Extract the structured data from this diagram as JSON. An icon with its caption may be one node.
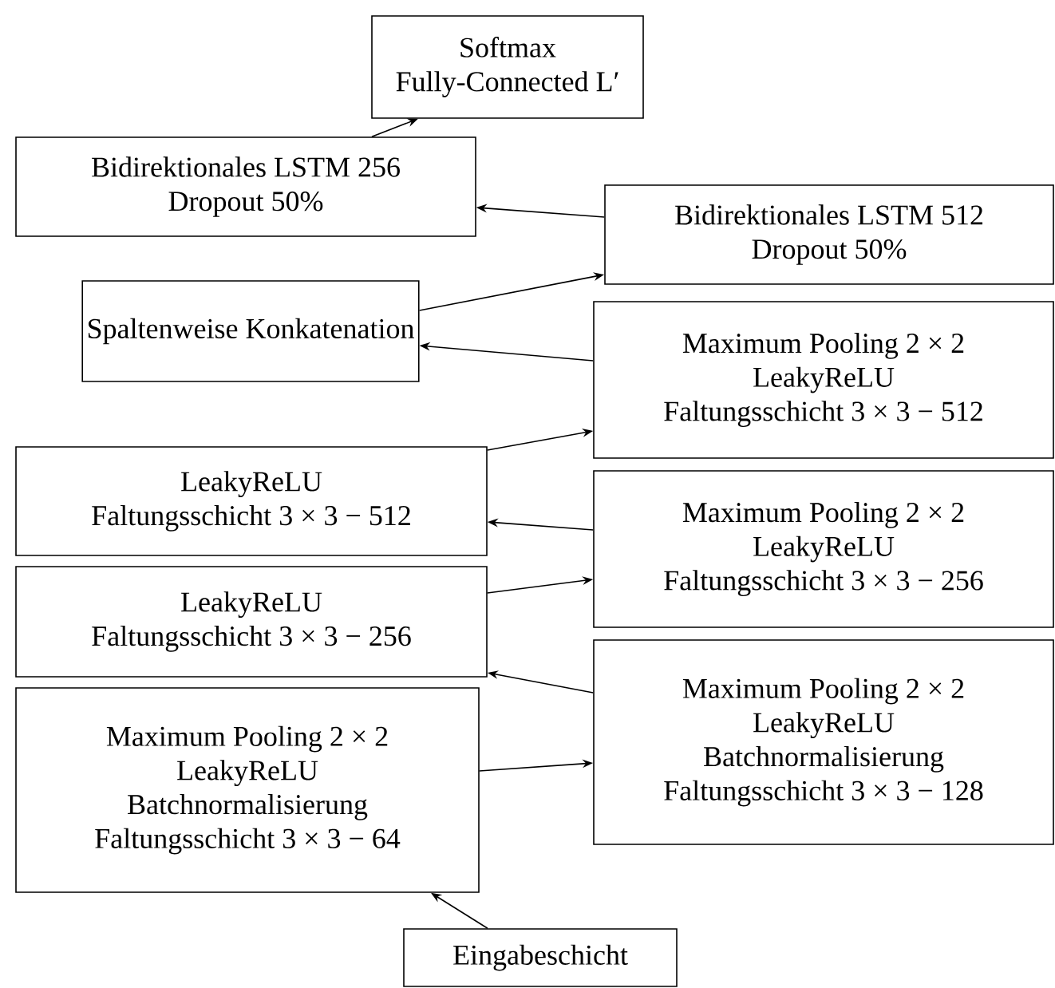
{
  "diagram": {
    "nodes": [
      {
        "text": [
          "Softmax",
          "Fully-Connected L′"
        ]
      },
      {
        "text": [
          "Bidirektionales LSTM 256",
          "Dropout 50%"
        ]
      },
      {
        "text": [
          "Bidirektionales LSTM 512",
          "Dropout 50%"
        ]
      },
      {
        "text": [
          "Spaltenweise Konkatenation"
        ]
      },
      {
        "text": [
          "Maximum Pooling 2 × 2",
          "LeakyReLU",
          "Faltungsschicht 3 × 3 − 512"
        ]
      },
      {
        "text": [
          "LeakyReLU",
          "Faltungsschicht 3 × 3 − 512"
        ]
      },
      {
        "text": [
          "Maximum Pooling 2 × 2",
          "LeakyReLU",
          "Faltungsschicht 3 × 3 − 256"
        ]
      },
      {
        "text": [
          "LeakyReLU",
          "Faltungsschicht 3 × 3 − 256"
        ]
      },
      {
        "text": [
          "Maximum Pooling 2 × 2",
          "LeakyReLU",
          "Batchnormalisierung",
          "Faltungsschicht 3 × 3 − 128"
        ]
      },
      {
        "text": [
          "Maximum Pooling 2 × 2",
          "LeakyReLU",
          "Batchnormalisierung",
          "Faltungsschicht 3 × 3 − 64"
        ]
      },
      {
        "text": [
          "Eingabeschicht"
        ]
      }
    ],
    "edges": [
      {
        "from": 10,
        "to": 9,
        "arrow": "to"
      },
      {
        "from": 9,
        "to": 8,
        "arrow": "to"
      },
      {
        "from": 8,
        "to": 7,
        "arrow": "to"
      },
      {
        "from": 7,
        "to": 6,
        "arrow": "to"
      },
      {
        "from": 6,
        "to": 5,
        "arrow": "to"
      },
      {
        "from": 5,
        "to": 4,
        "arrow": "to"
      },
      {
        "from": 4,
        "to": 3,
        "arrow": "to"
      },
      {
        "from": 3,
        "to": 2,
        "arrow": "to"
      },
      {
        "from": 2,
        "to": 1,
        "arrow": "to"
      },
      {
        "from": 1,
        "to": 0,
        "arrow": "to"
      }
    ]
  }
}
